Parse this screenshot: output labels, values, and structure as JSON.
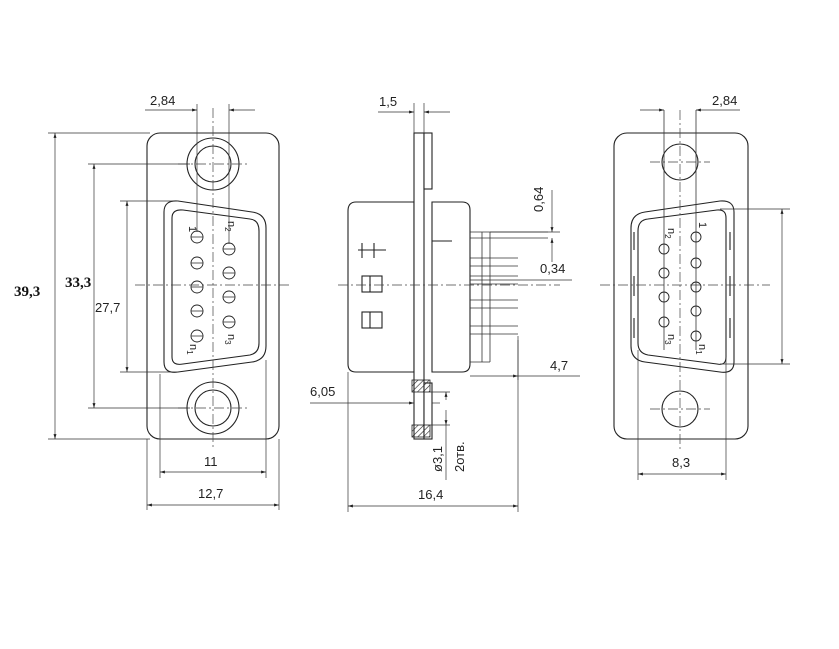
{
  "front_view": {
    "dim_pitch": "2,84",
    "dim_overall_height": "39,3",
    "dim_hole_spacing": "33,3",
    "dim_shell_height": "27,7",
    "dim_shell_width": "11",
    "dim_flange_width": "12,7",
    "pin_labels": {
      "n1": "n",
      "n1_sub": "1",
      "n2": "n",
      "n2_sub": "2",
      "n3": "n",
      "n3_sub": "3",
      "one": "1"
    }
  },
  "side_view": {
    "dim_flange_thickness": "1,5",
    "dim_pin_offset": "0,64",
    "dim_pin_thickness": "0,34",
    "dim_pin_length": "4,7",
    "dim_front_depth": "6,05",
    "dim_total_depth": "16,4",
    "dim_hole_diameter": "ø3,1",
    "dim_hole_count": "2отв."
  },
  "rear_view": {
    "dim_pitch": "2,84",
    "dim_shell_width": "8,3",
    "pin_labels": {
      "n1": "n",
      "n1_sub": "1",
      "n2": "n",
      "n2_sub": "2",
      "n3": "n",
      "n3_sub": "3",
      "one": "1"
    }
  }
}
